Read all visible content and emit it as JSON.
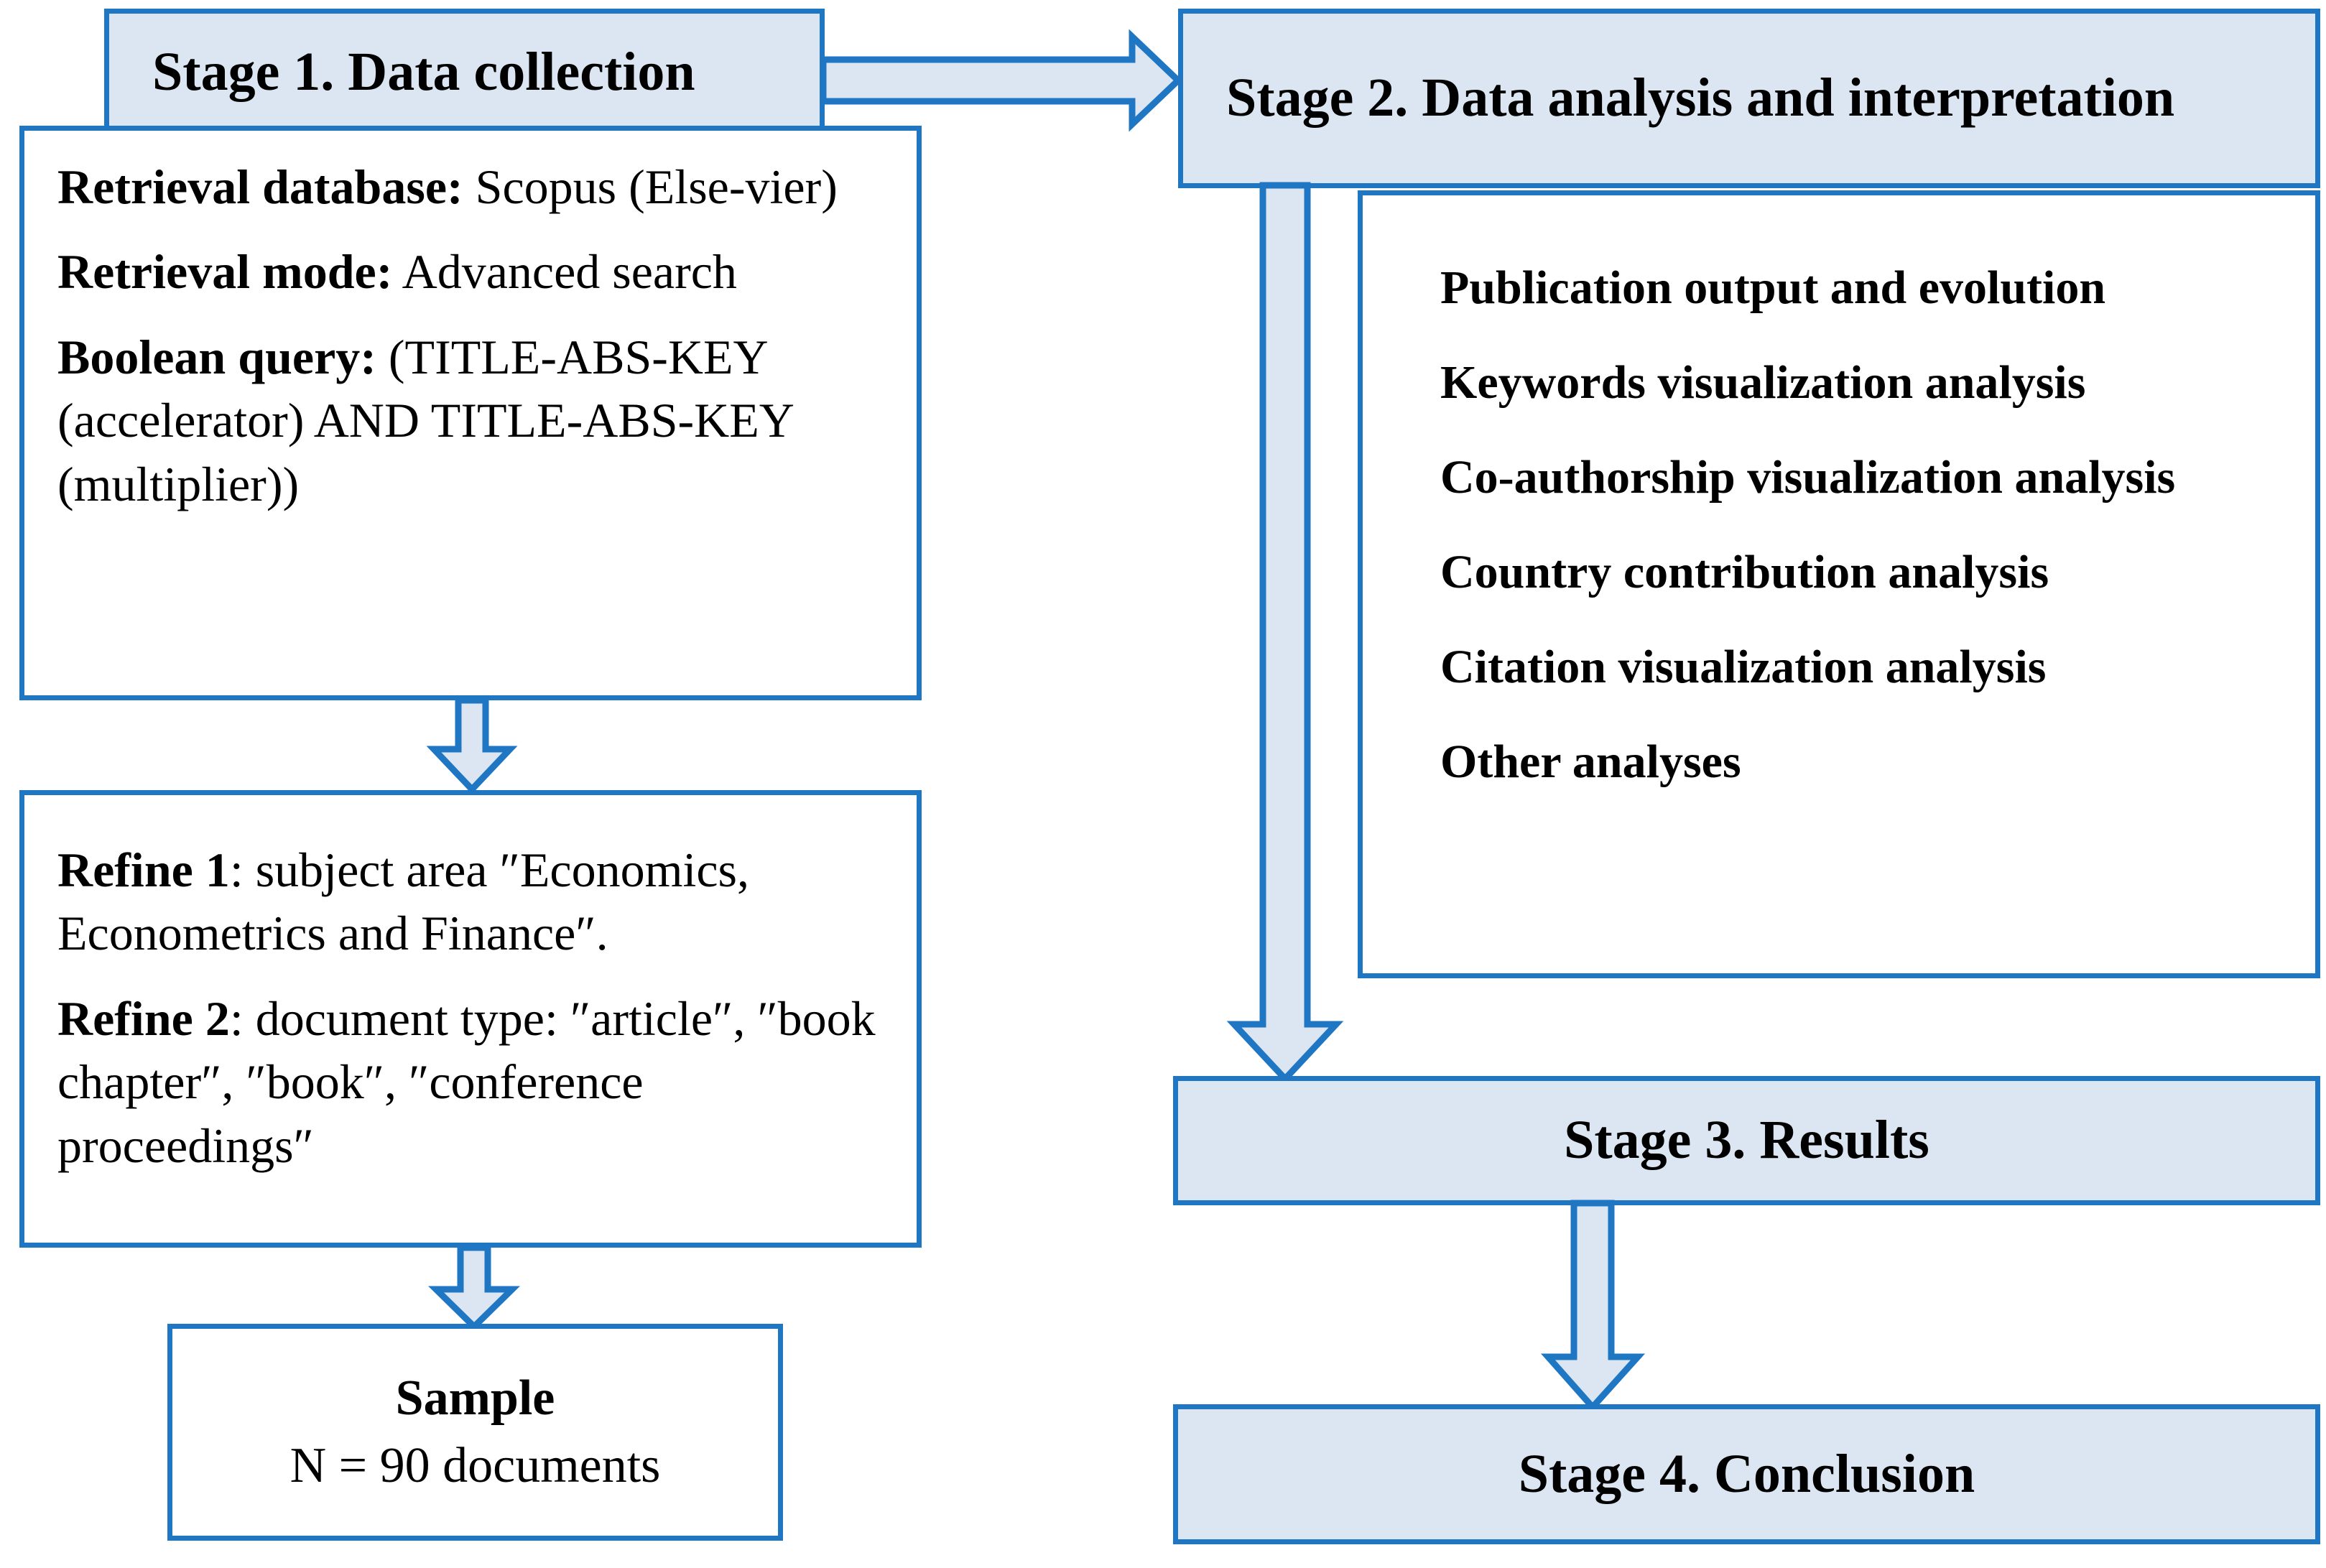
{
  "diagram": {
    "title_tag": "research-methodology-flowchart",
    "colors": {
      "border_blue": "#1F77C4",
      "fill_light_blue": "#DCE6F2",
      "arrow_fill": "#DCE6F2",
      "box_white": "#FFFFFF",
      "text_black": "#000000"
    }
  },
  "stage1": {
    "header": "Stage 1. Data collection",
    "details": [
      {
        "label": "Retrieval database:",
        "value": " Scopus (Else-­vier)"
      },
      {
        "label": "Retrieval mode:",
        "value": " Advanced search"
      },
      {
        "label": "Boolean query:",
        "value": " (TITLE-ABS-KEY (accelerator) AND TITLE-ABS-KEY (multiplier))"
      }
    ],
    "refine": [
      {
        "label": "Refine 1",
        "value": ": subject area ″Economics, Econometrics and Finance″."
      },
      {
        "label": "Refine 2",
        "value": ": document type: ″article″, ″book chapter″, ″book″, ″confer­ence proceedings″"
      }
    ],
    "sample": {
      "title": "Sample",
      "count_line": "N = 90 documents"
    }
  },
  "stage2": {
    "header": "Stage 2. Data analysis and interpretation",
    "analyses": [
      "Publication output and evolution",
      "Keywords visualization analysis",
      "Co-authorship visualization analysis",
      "Country contribution analysis",
      "Citation visualization analysis",
      "Other analyses"
    ]
  },
  "stage3": {
    "header": "Stage 3. Results"
  },
  "stage4": {
    "header": "Stage 4. Conclusion"
  },
  "arrows": {
    "s1_to_s2": "arrow-right-stage1-to-stage2",
    "detail1_to_detail2": "arrow-down-retrieval-to-refine",
    "detail2_to_sample": "arrow-down-refine-to-sample",
    "s2_to_s3": "arrow-down-stage2-to-stage3",
    "s3_to_s4": "arrow-down-stage3-to-stage4"
  }
}
